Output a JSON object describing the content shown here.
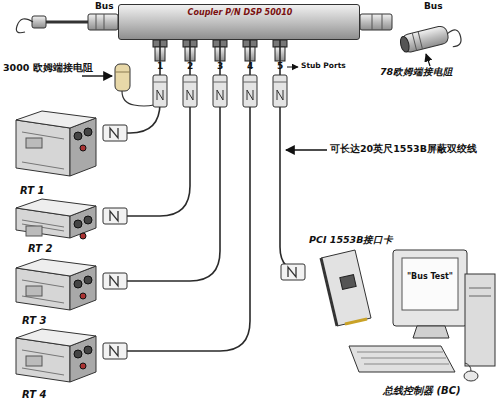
{
  "diagram": {
    "nodes": [
      {
        "text": [
          "Coupler P/N DSP 50010"
        ]
      },
      {
        "text": [
          "RT 1"
        ]
      },
      {
        "text": [
          "RT 2"
        ]
      },
      {
        "text": [
          "RT 3"
        ]
      },
      {
        "text": [
          "RT 4"
        ]
      },
      {
        "text": [
          "\"Bus Test\"",
          "总线控制器 (BC)"
        ]
      },
      {
        "text": [
          "PCI 1553B接口卡"
        ]
      }
    ],
    "edges": [
      {
        "from": 0,
        "to": 1,
        "arrow": "none"
      },
      {
        "from": 0,
        "to": 2,
        "arrow": "none"
      },
      {
        "from": 0,
        "to": 3,
        "arrow": "none"
      },
      {
        "from": 0,
        "to": 4,
        "arrow": "none"
      },
      {
        "from": 0,
        "to": 6,
        "arrow": "none"
      }
    ],
    "labels": [
      "Bus",
      "Bus",
      "3000 欧姆端接电阻",
      "78欧姆端接电阻",
      "1",
      "2",
      "3",
      "4",
      "5",
      "Stub Ports",
      "可长达20英尺1553B屏蔽双绞线"
    ]
  }
}
